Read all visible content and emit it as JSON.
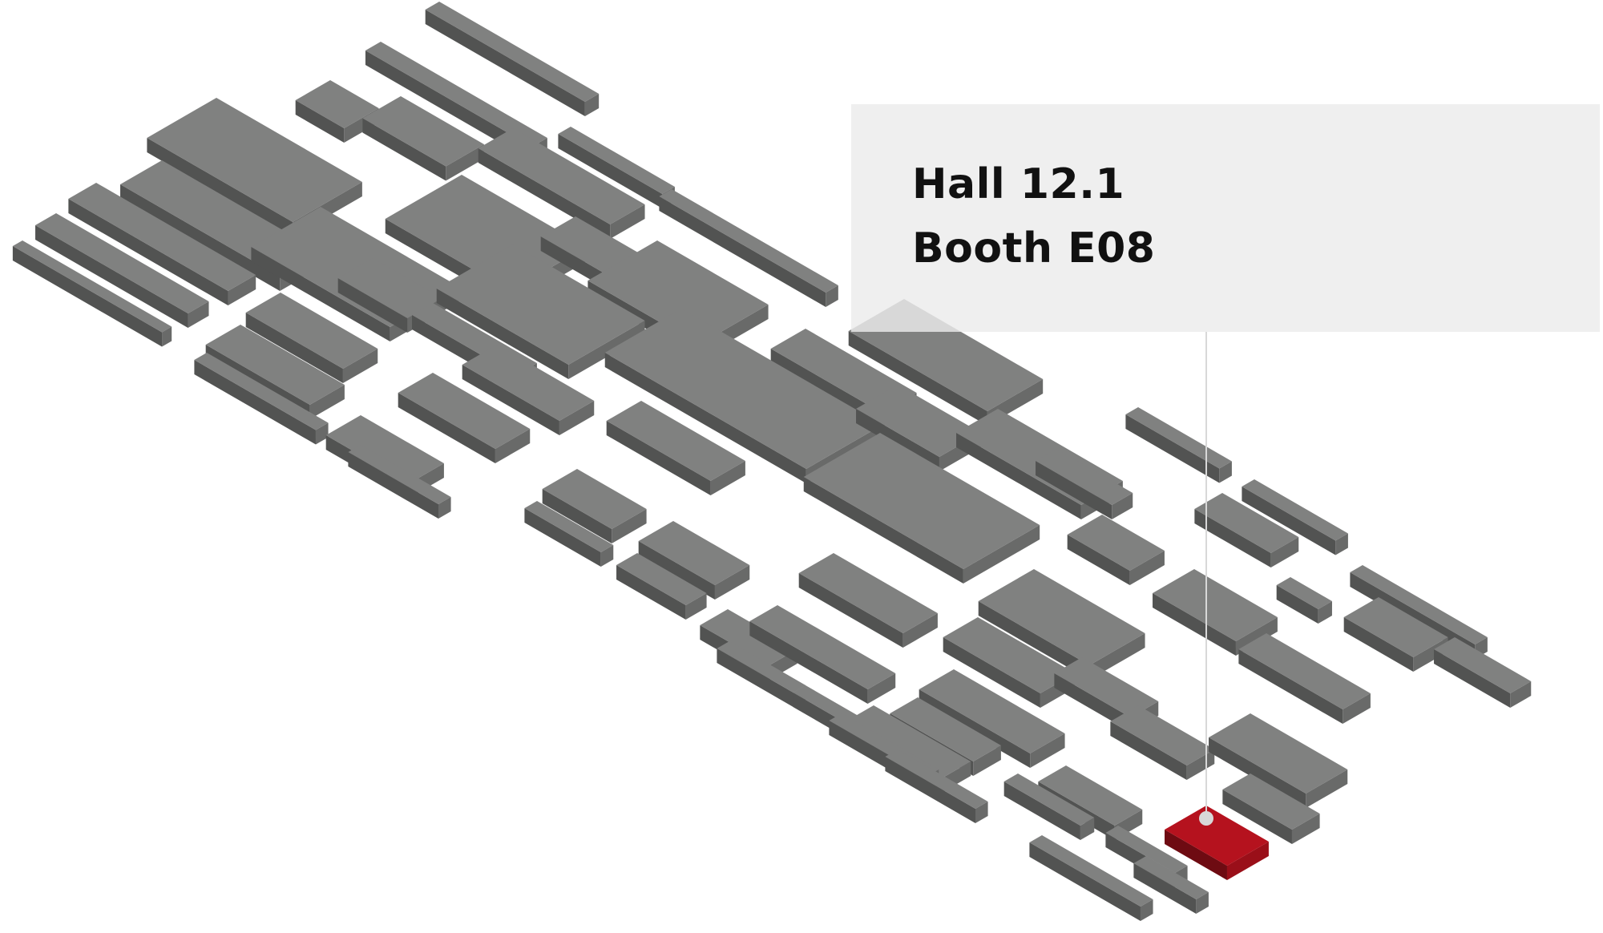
{
  "location": {
    "hall": "Hall 12.1",
    "booth": "Booth E08"
  },
  "colors": {
    "booth_top": "#808180",
    "booth_side_light": "#696a69",
    "booth_side_dark": "#525352",
    "highlight_top": "#b5121e",
    "highlight_side_light": "#9a0f19",
    "highlight_side_dark": "#6e0b12",
    "panel_background": "#ececec",
    "pointer": "#d8d8d8"
  },
  "icons": {
    "marker": "location-pin-dot"
  }
}
